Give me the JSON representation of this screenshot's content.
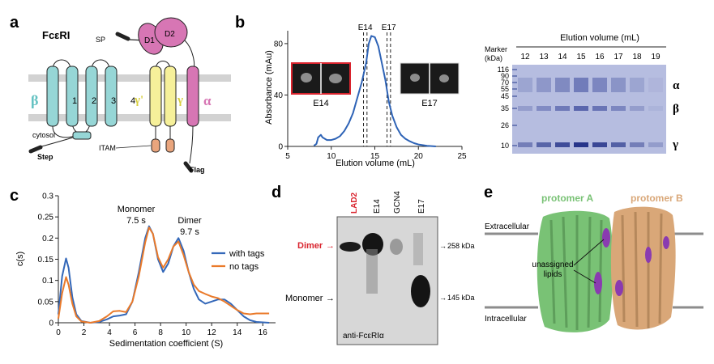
{
  "panels": {
    "a": {
      "label": "a",
      "title": "FcεRI",
      "sp": "SP",
      "d1": "D1",
      "d2": "D2",
      "beta": "β",
      "tm": [
        "1",
        "2",
        "3",
        "4"
      ],
      "gamma_prime": "γ'",
      "gamma": "γ",
      "alpha": "α",
      "cytosol": "cytosol",
      "step": "Step",
      "itam": "ITAM",
      "flag": "Flag"
    },
    "b": {
      "label": "b",
      "ylabel": "Absorbance (mAu)",
      "xlabel": "Elution volume (mL)",
      "inset_left": "E14",
      "inset_right": "E17",
      "marker_e14": "E14",
      "marker_e17": "E17",
      "gel_title": "Elution volume (mL)",
      "marker_title": [
        "Marker",
        "(kDa)"
      ],
      "lanes": [
        "12",
        "13",
        "14",
        "15",
        "16",
        "17",
        "18",
        "19"
      ],
      "kda": [
        "116",
        "90",
        "70",
        "55",
        "45",
        "35",
        "26",
        "10"
      ],
      "band_labels": [
        "α",
        "β",
        "γ"
      ]
    },
    "c": {
      "label": "c",
      "ylabel": "c(s)",
      "xlabel": "Sedimentation coefficient (S)",
      "monomer": [
        "Monomer",
        "7.5 s"
      ],
      "dimer": [
        "Dimer",
        "9.7 s"
      ]
    },
    "d": {
      "label": "d",
      "lanes": [
        "LAD2",
        "E14",
        "GCN4",
        "E17"
      ],
      "dimer": "Dimer",
      "monomer": "Monomer",
      "kda_hi": "258 kDa",
      "kda_lo": "145 kDa",
      "antibody": "anti-FcεRIα",
      "lad2_color": "#d9232d"
    },
    "e": {
      "label": "e",
      "protomer_a": "protomer A",
      "protomer_b": "protomer B",
      "extracellular": "Extracellular",
      "intracellular": "Intracellular",
      "lipids": [
        "unassigned",
        "lipids"
      ],
      "color_a": "#79c275",
      "color_b": "#d9a778"
    }
  },
  "chart_data": [
    {
      "type": "line",
      "panel": "b",
      "xlabel": "Elution volume (mL)",
      "ylabel": "Absorbance (mAu)",
      "xlim": [
        5,
        25
      ],
      "ylim": [
        0,
        90
      ],
      "xticks": [
        5,
        10,
        15,
        20,
        25
      ],
      "yticks": [
        0,
        40,
        80
      ],
      "grid": false,
      "series": [
        {
          "color": "#2e63b6",
          "x": [
            8.0,
            8.3,
            8.5,
            8.8,
            9.0,
            9.5,
            10.0,
            10.5,
            11.0,
            11.5,
            12.0,
            12.5,
            13.0,
            13.5,
            14.0,
            14.3,
            14.6,
            15.0,
            15.4,
            15.8,
            16.2,
            16.6,
            17.0,
            17.5,
            18.0,
            18.5,
            19.0,
            19.5,
            20.0,
            21.0,
            22.0
          ],
          "y": [
            0.5,
            2,
            7,
            9,
            7,
            5,
            5,
            6,
            8,
            12,
            18,
            26,
            38,
            50,
            65,
            80,
            86,
            85,
            78,
            65,
            52,
            35,
            24,
            15,
            9,
            6,
            4,
            2.5,
            1.5,
            0.5,
            0
          ]
        }
      ],
      "vlines": [
        {
          "label": "E14",
          "x": [
            13.7,
            14.1
          ]
        },
        {
          "label": "E17",
          "x": [
            16.4,
            16.8
          ]
        }
      ]
    },
    {
      "type": "line",
      "panel": "c",
      "xlabel": "Sedimentation coefficient (S)",
      "ylabel": "c(s)",
      "xlim": [
        0,
        17
      ],
      "ylim": [
        0,
        0.3
      ],
      "xticks": [
        0,
        2,
        4,
        6,
        8,
        10,
        12,
        14,
        16
      ],
      "yticks": [
        0,
        0.05,
        0.1,
        0.15,
        0.2,
        0.25,
        0.3
      ],
      "legend": "center-right",
      "grid": false,
      "series": [
        {
          "name": "with tags",
          "color": "#3468b9",
          "x": [
            0.0,
            0.3,
            0.6,
            0.8,
            1.1,
            1.4,
            1.8,
            2.5,
            3.2,
            3.8,
            4.3,
            4.8,
            5.3,
            5.8,
            6.3,
            6.8,
            7.1,
            7.4,
            7.8,
            8.2,
            8.6,
            9.0,
            9.4,
            9.8,
            10.2,
            10.6,
            11.0,
            11.5,
            12.0,
            12.5,
            13.0,
            13.5,
            14.0,
            14.5,
            15.0,
            15.5,
            16.5
          ],
          "y": [
            0.02,
            0.11,
            0.152,
            0.13,
            0.06,
            0.02,
            0.004,
            0.0,
            0.002,
            0.008,
            0.015,
            0.017,
            0.02,
            0.05,
            0.12,
            0.2,
            0.228,
            0.21,
            0.15,
            0.12,
            0.14,
            0.18,
            0.2,
            0.17,
            0.12,
            0.08,
            0.055,
            0.045,
            0.05,
            0.055,
            0.055,
            0.045,
            0.03,
            0.015,
            0.006,
            0.002,
            0.0
          ]
        },
        {
          "name": "no tags",
          "color": "#ea7a2a",
          "x": [
            0.0,
            0.3,
            0.6,
            0.8,
            1.1,
            1.4,
            1.8,
            2.5,
            3.2,
            3.8,
            4.3,
            4.8,
            5.3,
            5.8,
            6.3,
            6.8,
            7.1,
            7.4,
            7.8,
            8.2,
            8.6,
            9.0,
            9.4,
            9.8,
            10.2,
            10.6,
            11.0,
            11.5,
            12.0,
            12.5,
            13.0,
            13.5,
            14.0,
            14.5,
            15.0,
            15.5,
            16.5
          ],
          "y": [
            0.01,
            0.07,
            0.108,
            0.09,
            0.045,
            0.015,
            0.003,
            0.0,
            0.004,
            0.015,
            0.027,
            0.028,
            0.025,
            0.05,
            0.11,
            0.19,
            0.225,
            0.21,
            0.155,
            0.13,
            0.15,
            0.18,
            0.192,
            0.16,
            0.12,
            0.09,
            0.075,
            0.068,
            0.062,
            0.058,
            0.05,
            0.04,
            0.03,
            0.022,
            0.02,
            0.022,
            0.022
          ]
        }
      ]
    }
  ]
}
